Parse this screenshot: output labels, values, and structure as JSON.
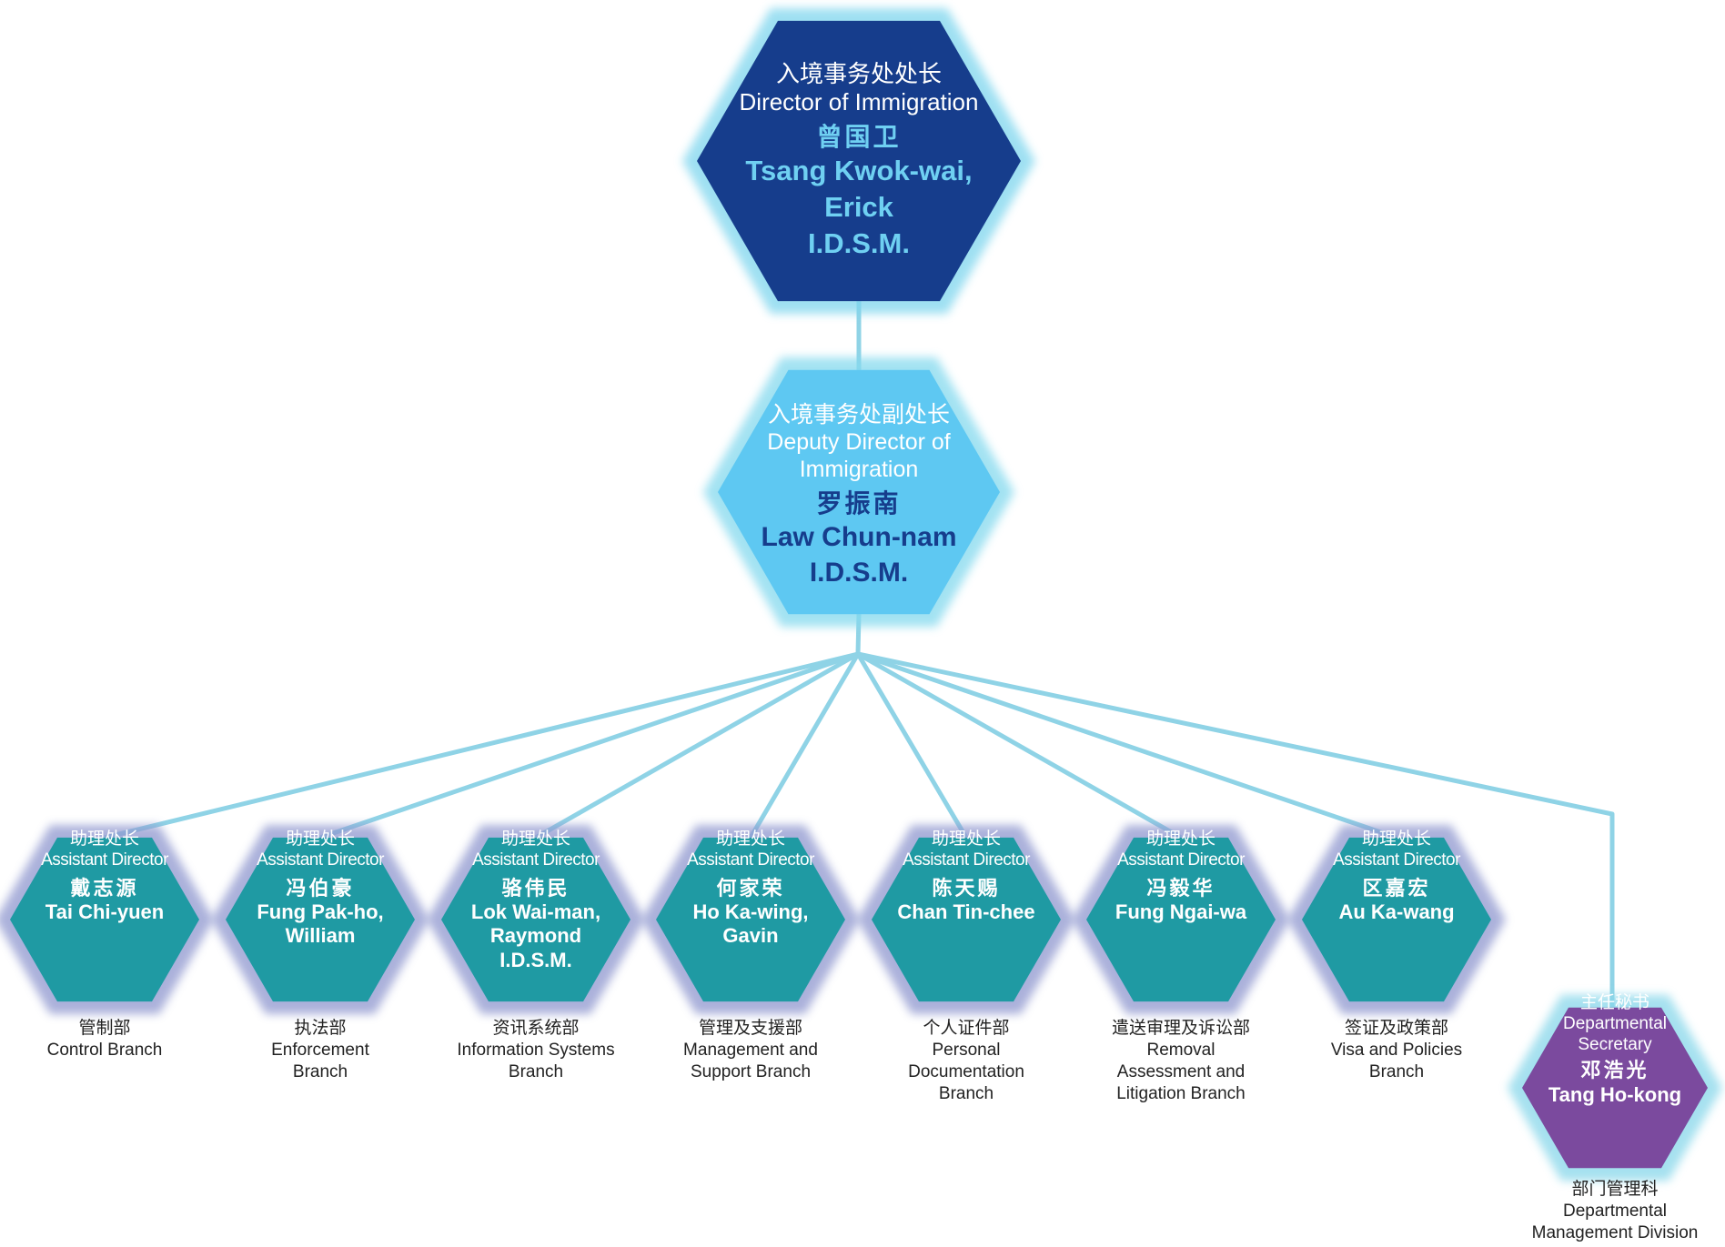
{
  "colors": {
    "director_fill": "#163d8c",
    "director_glow": "#7fd6ee",
    "deputy_fill": "#5ec8f2",
    "deputy_glow": "#84d9ee",
    "assistant_fill": "#1f9aa3",
    "assistant_glow": "#8f97cf",
    "secretary_fill": "#7b4a9e",
    "secretary_glow": "#88d7ea",
    "connector": "#8fd3e6"
  },
  "director": {
    "title_cn": "入境事务处处长",
    "title_en": "Director of Immigration",
    "name_cn": "曾国卫",
    "name_en": [
      "Tsang Kwok-wai,",
      "Erick",
      "I.D.S.M."
    ]
  },
  "deputy": {
    "title_cn": "入境事务处副处长",
    "title_en": [
      "Deputy Director of",
      "Immigration"
    ],
    "name_cn": "罗振南",
    "name_en": [
      "Law Chun-nam",
      "I.D.S.M."
    ]
  },
  "assistants": [
    {
      "title_cn": "助理处长",
      "title_en": "Assistant Director",
      "name_cn": "戴志源",
      "name_en": [
        "Tai Chi-yuen"
      ],
      "branch": [
        "管制部",
        "Control Branch"
      ]
    },
    {
      "title_cn": "助理处长",
      "title_en": "Assistant Director",
      "name_cn": "冯伯豪",
      "name_en": [
        "Fung Pak-ho,",
        "William"
      ],
      "branch": [
        "执法部",
        "Enforcement",
        "Branch"
      ]
    },
    {
      "title_cn": "助理处长",
      "title_en": "Assistant Director",
      "name_cn": "骆伟民",
      "name_en": [
        "Lok Wai-man,",
        "Raymond",
        "I.D.S.M."
      ],
      "branch": [
        "资讯系统部",
        "Information Systems",
        "Branch"
      ]
    },
    {
      "title_cn": "助理处长",
      "title_en": "Assistant Director",
      "name_cn": "何家荣",
      "name_en": [
        "Ho Ka-wing,",
        "Gavin"
      ],
      "branch": [
        "管理及支援部",
        "Management and",
        "Support Branch"
      ]
    },
    {
      "title_cn": "助理处长",
      "title_en": "Assistant Director",
      "name_cn": "陈天赐",
      "name_en": [
        "Chan Tin-chee"
      ],
      "branch": [
        "个人证件部",
        "Personal",
        "Documentation",
        "Branch"
      ]
    },
    {
      "title_cn": "助理处长",
      "title_en": "Assistant Director",
      "name_cn": "冯毅华",
      "name_en": [
        "Fung Ngai-wa"
      ],
      "branch": [
        "遣送审理及诉讼部",
        "Removal",
        "Assessment and",
        "Litigation Branch"
      ]
    },
    {
      "title_cn": "助理处长",
      "title_en": "Assistant Director",
      "name_cn": "区嘉宏",
      "name_en": [
        "Au Ka-wang"
      ],
      "branch": [
        "签证及政策部",
        "Visa and Policies",
        "Branch"
      ]
    }
  ],
  "secretary": {
    "title_cn": "主任秘书",
    "title_en": [
      "Departmental",
      "Secretary"
    ],
    "name_cn": "邓浩光",
    "name_en": "Tang Ho-kong",
    "division": [
      "部门管理科",
      "Departmental",
      "Management Division"
    ]
  }
}
